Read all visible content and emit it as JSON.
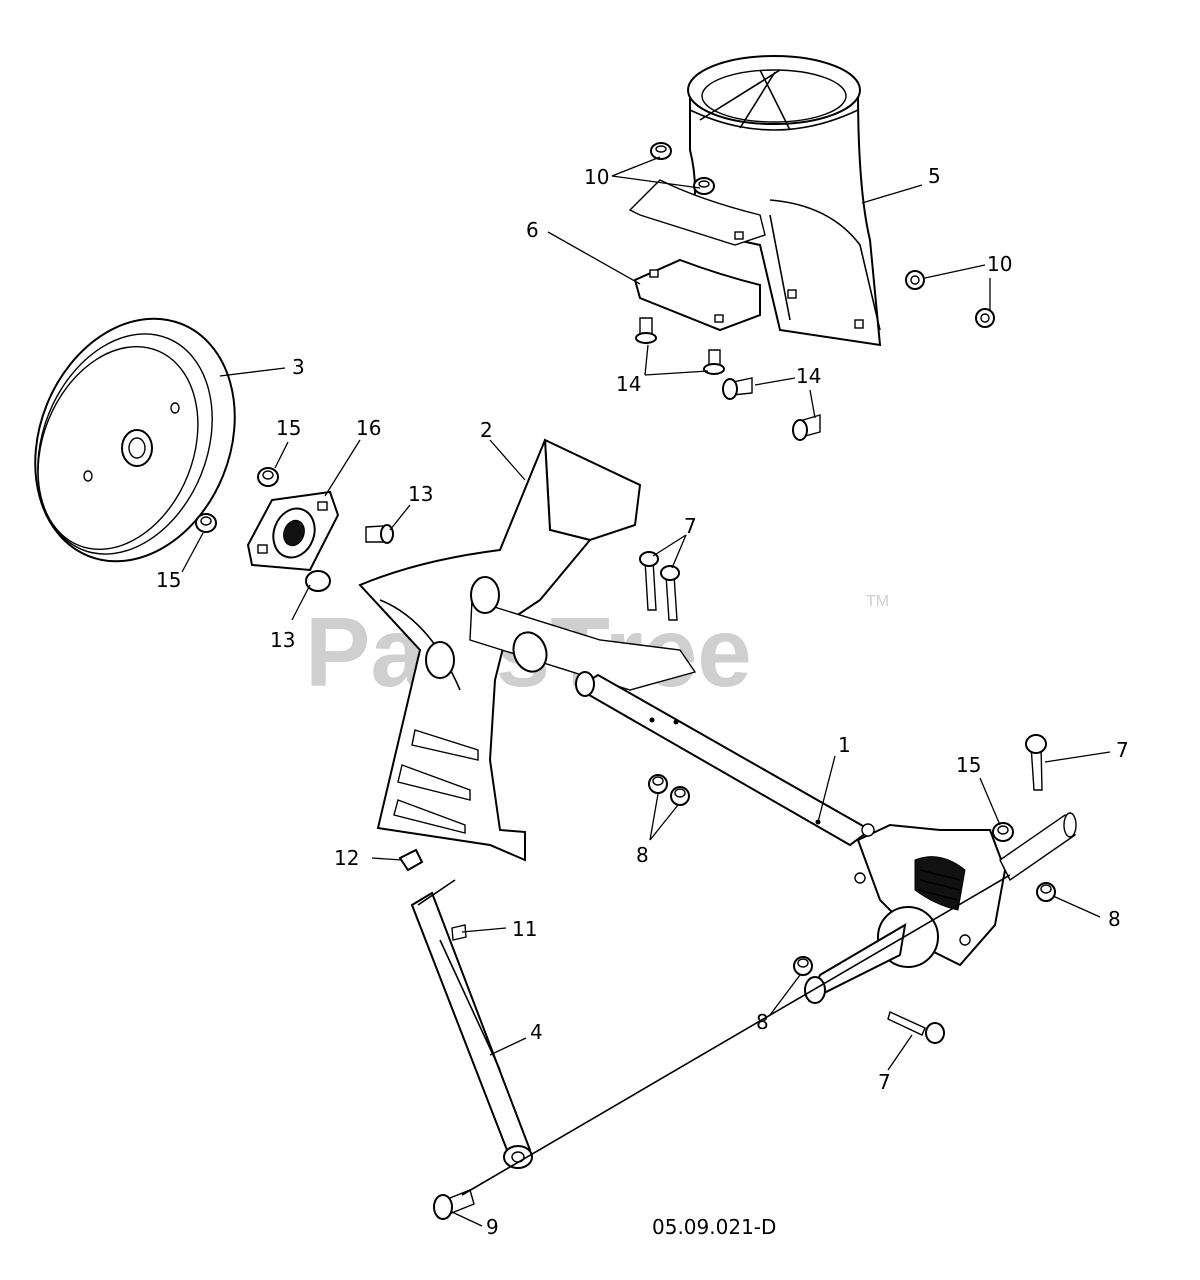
{
  "diagram_code": "05.09.021-D",
  "watermark": {
    "text": "PartsTree",
    "trademark": "TM"
  },
  "callouts": {
    "c1": "1",
    "c2": "2",
    "c3": "3",
    "c4": "4",
    "c5": "5",
    "c6": "6",
    "c7a": "7",
    "c7b": "7",
    "c7c": "7",
    "c8a": "8",
    "c8b": "8",
    "c8c": "8",
    "c9": "9",
    "c10a": "10",
    "c10b": "10",
    "c11": "11",
    "c12": "12",
    "c13a": "13",
    "c13b": "13",
    "c14a": "14",
    "c14b": "14",
    "c15a": "15",
    "c15b": "15",
    "c15c": "15",
    "c16": "16"
  }
}
